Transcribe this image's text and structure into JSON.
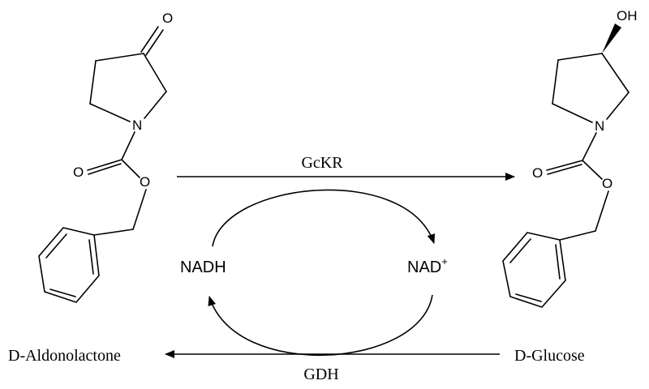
{
  "reactant": {
    "atoms": {
      "ketone_o": "O",
      "ring_n": "N",
      "carbonyl_o": "O",
      "ester_o": "O"
    }
  },
  "product": {
    "atoms": {
      "hydroxyl": "OH",
      "ring_n": "N",
      "carbonyl_o": "O",
      "ester_o": "O"
    }
  },
  "top_reaction": {
    "enzyme": "GcKR"
  },
  "bottom_reaction": {
    "enzyme": "GDH",
    "substrate": "D-Glucose",
    "product": "D-Aldonolactone"
  },
  "cofactor_cycle": {
    "reduced": "NADH",
    "oxidized": "NAD",
    "oxidized_charge": "+"
  }
}
